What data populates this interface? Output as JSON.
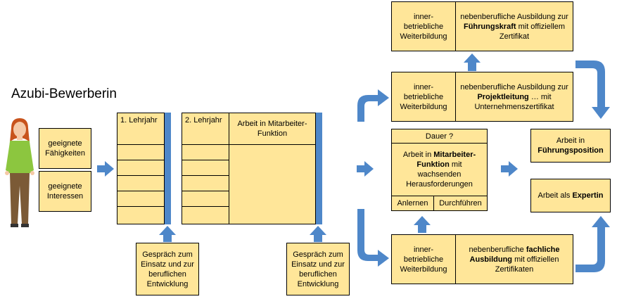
{
  "title": "Azubi-Bewerberin",
  "left": {
    "skills": "geeignete Fähigkeiten",
    "interests": "geeignete Interessen"
  },
  "year1": {
    "header": "1. Lehrjahr"
  },
  "year2": {
    "header": "2. Lehrjahr",
    "function": "Arbeit in Mitarbeiter-Funktion"
  },
  "talk1": "Gespräch zum Einsatz und zur beruflichen Entwicklung",
  "talk2": "Gespräch zum Einsatz und zur beruflichen Entwicklung",
  "middle": {
    "duration": "Dauer ?",
    "work_prefix": "Arbeit in ",
    "work_bold": "Mitarbeiter-Funktion",
    "work_suffix": " mit wachsenden Herausforderungen",
    "learn": "Anlernen",
    "do": "Durchführen"
  },
  "top": {
    "left": "inner-betriebliche Weiterbildung",
    "r_prefix": "nebenberufliche Ausbildung zur ",
    "r_bold": "Führungskraft",
    "r_suffix": " mit offiziellem Zertifikat"
  },
  "upper": {
    "left": "inner-betriebliche Weiterbildung",
    "r_prefix": "nebenberufliche Ausbildung zur ",
    "r_bold": "Projektleitung",
    "r_suffix": " … mit Unternehmenszertifikat"
  },
  "lower": {
    "left": "inner-betriebliche Weiterbildung",
    "r_prefix": "nebenberufliche ",
    "r_bold": "fachliche Ausbildung",
    "r_suffix": " mit offiziellen Zertifikaten"
  },
  "lead": {
    "prefix": "Arbeit in ",
    "bold": "Führungsposition"
  },
  "expert": {
    "prefix": "Arbeit als ",
    "bold": "Expertin"
  },
  "colors": {
    "box": "#ffe699",
    "arrow": "#4e87c9",
    "bar": "#4e87c9"
  }
}
